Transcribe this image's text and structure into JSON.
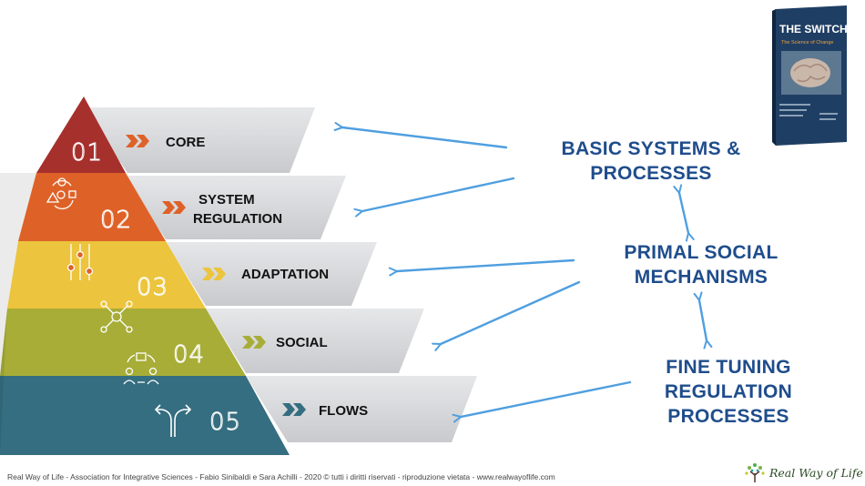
{
  "tiers": [
    {
      "number": "01",
      "label_lines": [
        "CORE"
      ],
      "icon": "cycle-process-icon",
      "color": "#a6302c"
    },
    {
      "number": "02",
      "label_lines": [
        "SYSTEM",
        "REGULATION"
      ],
      "icon": "sliders-icon",
      "color": "#de6228"
    },
    {
      "number": "03",
      "label_lines": [
        "ADAPTATION"
      ],
      "icon": "network-nodes-icon",
      "color": "#ecc43d"
    },
    {
      "number": "04",
      "label_lines": [
        "SOCIAL"
      ],
      "icon": "people-exchange-icon",
      "color": "#a7ad37"
    },
    {
      "number": "05",
      "label_lines": [
        "FLOWS"
      ],
      "icon": "split-arrows-icon",
      "color": "#356e80"
    }
  ],
  "side_labels": {
    "basic": [
      "BASIC SYSTEMS &",
      "PROCESSES"
    ],
    "primal": [
      "PRIMAL SOCIAL",
      "MECHANISMS"
    ],
    "fine": [
      "FINE TUNING",
      "REGULATION",
      "PROCESSES"
    ]
  },
  "colors": {
    "side_text": "#1f4d8c",
    "arrow": "#4f9fe0",
    "band": "#d8d9db",
    "chevron": "#de6228"
  },
  "book": {
    "title": "THE SWITCH",
    "subtitle": "The Science of Change",
    "icon": "brain-icon"
  },
  "footer": "Real Way of Life - Association for Integrative Sciences - Fabio Sinibaldi e Sara Achilli - 2020 © tutti i diritti riservati - riproduzione vietata - www.realwayoflife.com",
  "brand": {
    "name": "Real Way of Life",
    "icon": "tree-logo-icon"
  }
}
